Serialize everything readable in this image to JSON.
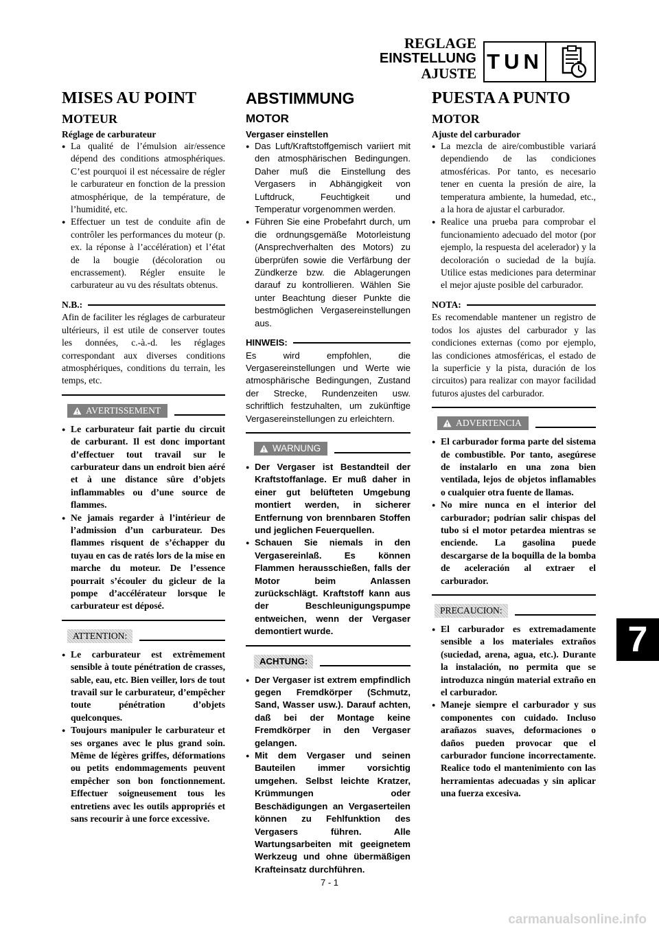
{
  "header": {
    "title_fr": "REGLAGE",
    "title_de": "EINSTELLUNG",
    "title_es": "AJUSTE",
    "section_code": "TUN",
    "section_icon": "checklist-stopwatch-icon"
  },
  "col_fr": {
    "title": "MISES AU POINT",
    "subtitle": "MOTEUR",
    "step_title": "Réglage de carburateur",
    "bullets": [
      "La qualité de l’émulsion air/essence dépend des conditions atmosphériques. C’est pourquoi il est nécessaire de régler le carburateur en fonction de la pression atmosphérique, de la température, de l’humidité, etc.",
      "Effectuer un test de conduite afin de contrôler les performances du moteur (p. ex. la réponse à l’accélération) et l’état de la bougie (décoloration ou encrassement). Régler ensuite le carburateur au vu des résultats obtenus."
    ],
    "note_label": "N.B.:",
    "note_text": "Afin de faciliter les réglages de carburateur ultérieurs, il est utile de conserver toutes les données, c.-à.-d. les réglages correspondant aux diverses conditions atmosphériques, conditions du terrain, les temps, etc.",
    "warning_label": "AVERTISSEMENT",
    "warning_items": [
      "Le carburateur fait partie du circuit de carburant. Il est donc important d’effectuer tout travail sur le carburateur dans un endroit bien aéré et à une distance sûre d’objets inflammables ou d’une source de flammes.",
      "Ne jamais regarder à l’intérieur de l’admission d’un carburateur. Des flammes risquent de s’échapper du tuyau en cas de ratés lors de la mise en marche du moteur. De l’essence pourrait s’écouler du gicleur de la pompe d’accélérateur lorsque le carburateur est déposé."
    ],
    "caution_label": "ATTENTION:",
    "caution_items": [
      "Le carburateur est extrêmement sensible à toute pénétration de crasses, sable, eau, etc. Bien veiller, lors de tout travail sur le carburateur, d’empêcher toute pénétration d’objets quelconques.",
      "Toujours manipuler le carburateur et ses organes avec le plus grand soin. Même de légères griffes, déformations ou petits endommagements peuvent empêcher son bon fonctionnement. Effectuer soigneusement tous les entretiens avec les outils appropriés et sans recourir à une force excessive."
    ]
  },
  "col_de": {
    "title": "ABSTIMMUNG",
    "subtitle": "MOTOR",
    "step_title": "Vergaser einstellen",
    "bullets": [
      "Das Luft/Kraftstoffgemisch variiert mit den atmosphärischen Bedingungen. Daher muß die Einstellung des Vergasers in Abhängigkeit von Luftdruck, Feuchtigkeit und Temperatur vorgenommen werden.",
      "Führen Sie eine Probefahrt durch, um die ordnungsgemäße Motorleistung (Ansprechverhalten des Motors) zu überprüfen sowie die Verfärbung der Zündkerze bzw. die Ablagerungen darauf zu kontrollieren. Wählen Sie unter Beachtung dieser Punkte die bestmöglichen Vergasereinstellungen aus."
    ],
    "note_label": "HINWEIS:",
    "note_text": "Es wird empfohlen, die Vergasereinstellungen und Werte wie atmosphärische Bedingungen, Zustand der Strecke, Rundenzeiten usw. schriftlich festzuhalten, um zukünftige Vergasereinstellungen zu erleichtern.",
    "warning_label": "WARNUNG",
    "warning_items": [
      "Der Vergaser ist Bestandteil der Kraftstoffanlage. Er muß daher in einer gut belüfteten Umgebung montiert werden, in sicherer Entfernung von brennbaren Stoffen und jeglichen Feuerquellen.",
      "Schauen Sie niemals in den Vergasereinlaß. Es können Flammen herausschießen, falls der Motor beim Anlassen zurückschlägt. Kraftstoff kann aus der Beschleunigungspumpe entweichen, wenn der Vergaser demontiert wurde."
    ],
    "caution_label": "ACHTUNG:",
    "caution_items": [
      "Der Vergaser ist extrem empfindlich gegen Fremdkörper (Schmutz, Sand, Wasser usw.). Darauf achten, daß bei der Montage keine Fremdkörper in den Vergaser gelangen.",
      "Mit dem Vergaser und seinen Bauteilen immer vorsichtig umgehen. Selbst leichte Kratzer, Krümmungen oder Beschädigungen an Vergaserteilen können zu Fehlfunktion des Vergasers führen. Alle Wartungsarbeiten mit geeignetem Werkzeug und ohne übermäßigen Krafteinsatz durchführen."
    ]
  },
  "col_es": {
    "title": "PUESTA A PUNTO",
    "subtitle": "MOTOR",
    "step_title": "Ajuste del carburador",
    "bullets": [
      "La mezcla de aire/combustible variará dependiendo de las condiciones atmosféricas. Por tanto, es necesario tener en cuenta la presión de aire, la temperatura ambiente, la humedad, etc., a la hora de ajustar el carburador.",
      "Realice una prueba para comprobar el funcionamiento adecuado del motor (por ejemplo, la respuesta del acelerador) y la decoloración o suciedad de la bujía. Utilice estas mediciones para determinar el mejor ajuste posible del carburador."
    ],
    "note_label": "NOTA:",
    "note_text": "Es recomendable mantener un registro de todos los ajustes del carburador y las condiciones externas (como por ejemplo, las condiciones atmosféricas, el estado de la superficie y la pista, duración de los circuitos) para realizar con mayor facilidad futuros ajustes del carburador.",
    "warning_label": "ADVERTENCIA",
    "warning_items": [
      "El carburador forma parte del sistema de combustible. Por tanto, asegúrese de instalarlo en una zona bien ventilada, lejos de objetos inflamables o cualquier otra fuente de llamas.",
      "No mire nunca en el interior del carburador; podrían salir chispas del tubo si el motor petardea mientras se enciende. La gasolina puede descargarse de la boquilla de la bomba de aceleración al extraer el carburador."
    ],
    "caution_label": "PRECAUCION:",
    "caution_items": [
      "El carburador es extremadamente sensible a los materiales extraños (suciedad, arena, agua, etc.). Durante la instalación, no permita que se introduzca ningún material extraño en el carburador.",
      "Maneje siempre el carburador y sus componentes con cuidado. Incluso arañazos suaves, deformaciones o daños pueden provocar que el carburador funcione incorrectamente. Realice todo el mantenimiento con las herramientas adecuadas y sin aplicar una fuerza excesiva."
    ]
  },
  "section_tab": "7",
  "page_number": "7 - 1",
  "watermark": "carmanualsonline.info"
}
